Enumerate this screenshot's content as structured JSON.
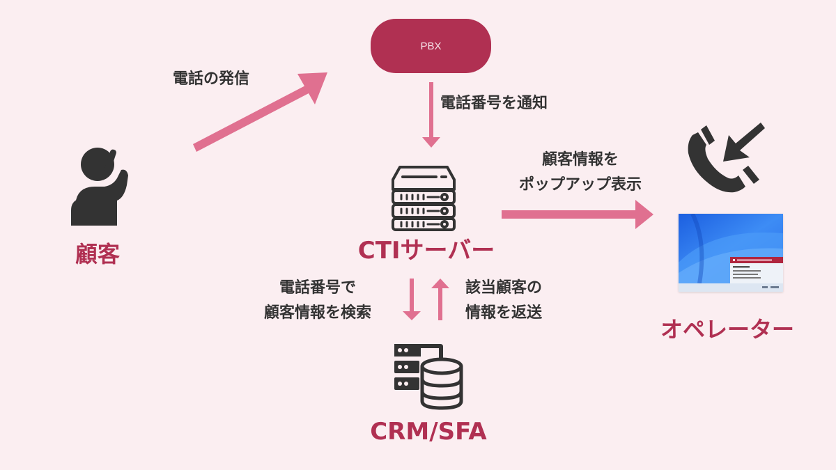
{
  "diagram": {
    "title": "CTI system flow",
    "colors": {
      "background": "#fbeef1",
      "accent": "#b03052",
      "arrow": "#e07090",
      "icon": "#333333",
      "text": "#333333"
    },
    "nodes": {
      "customer": {
        "label": "顧客",
        "icon": "person-on-phone-icon"
      },
      "pbx": {
        "label": "PBX"
      },
      "cti_server": {
        "label": "CTIサーバー",
        "icon": "server-rack-icon"
      },
      "crm_sfa": {
        "label": "CRM/SFA",
        "icon": "database-server-icon"
      },
      "operator": {
        "label": "オペレーター",
        "icon": "incoming-call-icon",
        "screen": "desktop-with-caller-popup"
      }
    },
    "edges": [
      {
        "from": "customer",
        "to": "pbx",
        "label": "電話の発信"
      },
      {
        "from": "pbx",
        "to": "cti_server",
        "label": "電話番号を通知"
      },
      {
        "from": "cti_server",
        "to": "operator",
        "label_lines": [
          "顧客情報を",
          "ポップアップ表示"
        ]
      },
      {
        "from": "cti_server",
        "to": "crm_sfa",
        "label_lines": [
          "電話番号で",
          "顧客情報を検索"
        ]
      },
      {
        "from": "crm_sfa",
        "to": "cti_server",
        "label_lines": [
          "該当顧客の",
          "情報を返送"
        ]
      }
    ]
  }
}
